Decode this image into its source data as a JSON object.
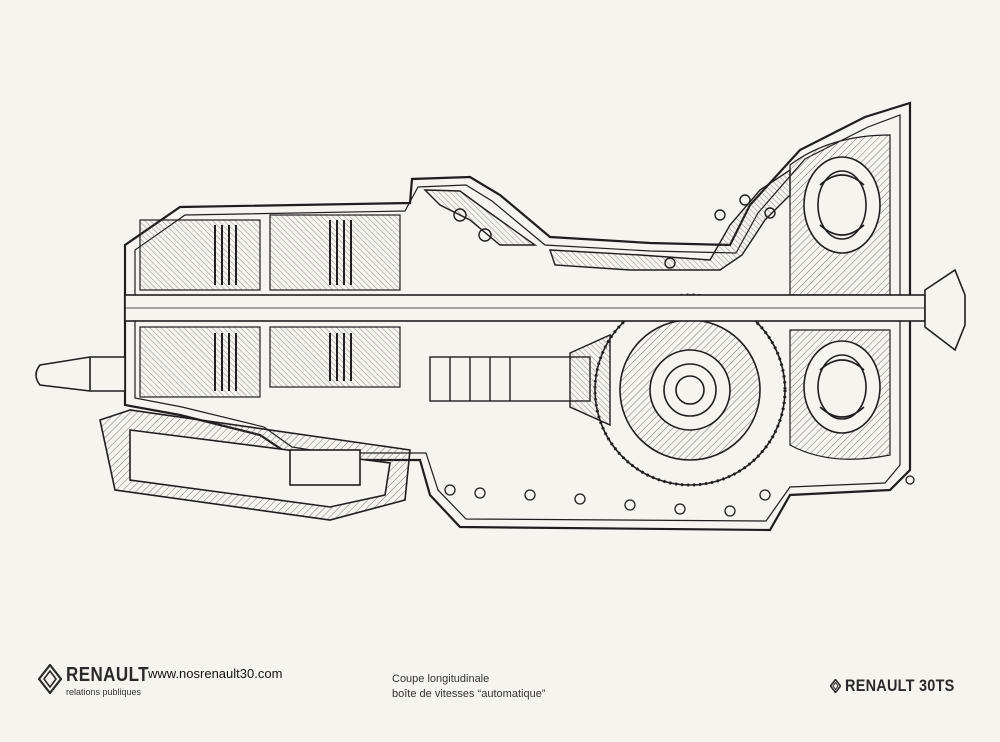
{
  "brand": {
    "name": "RENAULT",
    "subtitle": "relations publiques",
    "logo_icon": "renault-diamond-icon"
  },
  "website": "www.nosrenault30.com",
  "caption": {
    "line1": "Coupe longitudinale",
    "line2": "boîte de vitesses “automatique”"
  },
  "model": {
    "name": "RENAULT 30TS",
    "logo_icon": "renault-diamond-icon"
  },
  "colors": {
    "paper": "#f6f4ee",
    "ink": "#1e1e1e",
    "hatch": "#555555"
  }
}
